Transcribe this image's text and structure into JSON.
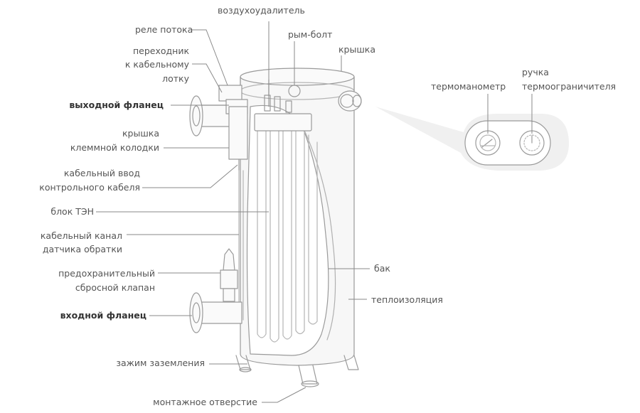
{
  "labels": {
    "air_vent": "воздухоудалитель",
    "flow_relay": "реле потока",
    "adapter_1": "переходник",
    "adapter_2": "к кабельному",
    "adapter_3": "лотку",
    "eyebolt": "рым-болт",
    "lid": "крышка",
    "outlet_flange": "выходной фланец",
    "terminal_cover_1": "крышка",
    "terminal_cover_2": "клеммной колодки",
    "cable_entry_1": "кабельный ввод",
    "cable_entry_2": "контрольного кабеля",
    "heater_block": "блок ТЭН",
    "sensor_channel_1": "кабельный канал",
    "sensor_channel_2": "датчика обратки",
    "relief_valve_1": "предохранительный",
    "relief_valve_2": "сбросной клапан",
    "inlet_flange": "входной фланец",
    "ground_clamp": "зажим заземления",
    "mount_hole": "монтажное отверстие",
    "tank": "бак",
    "insulation": "теплоизоляция",
    "thermomanometer": "термоманометр",
    "limiter_knob_1": "ручка",
    "limiter_knob_2": "термоограничителя"
  },
  "colors": {
    "line": "#9a9a9a",
    "leader": "#8a8a8a",
    "callout_bg": "#f0f0f0",
    "tank_fill": "#f7f7f7"
  }
}
